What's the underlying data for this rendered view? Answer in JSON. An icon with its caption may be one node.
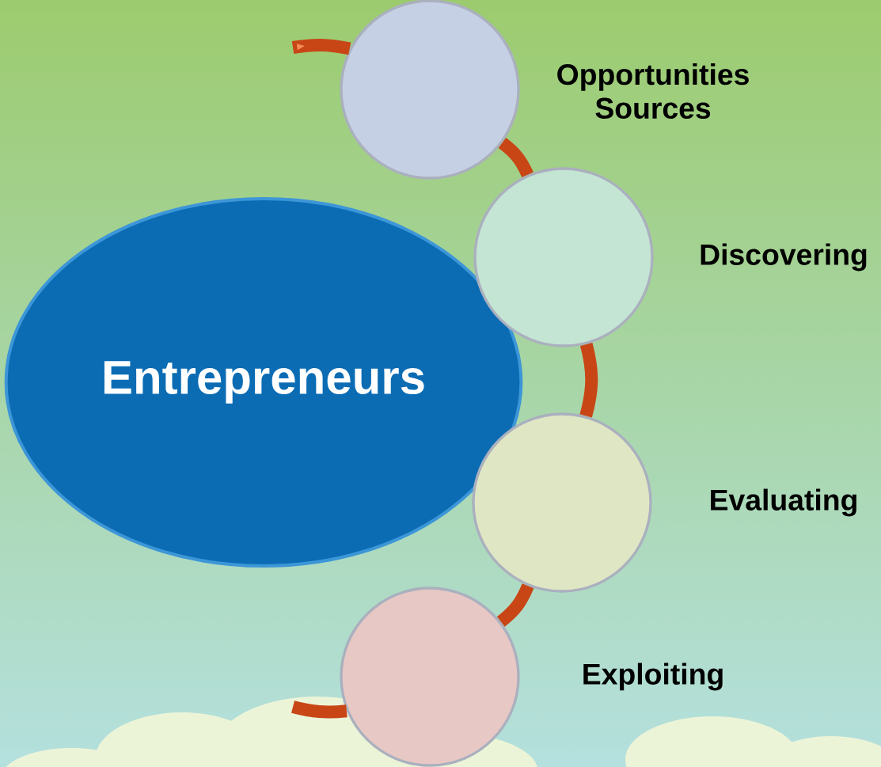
{
  "diagram": {
    "nodes": [
      {
        "text": [
          "Entrepreneurs"
        ]
      },
      {
        "text": [],
        "shape": "circle",
        "beside": [
          "Opportunities Sources"
        ]
      },
      {
        "text": [],
        "shape": "circle",
        "beside": [
          "Discovering"
        ]
      },
      {
        "text": [],
        "shape": "circle",
        "beside": [
          "Evaluating"
        ]
      },
      {
        "text": [],
        "shape": "circle",
        "beside": [
          "Exploiting"
        ]
      }
    ],
    "edges": [
      {
        "from": null,
        "to": 1,
        "arrow": "to"
      },
      {
        "from": 1,
        "to": 2,
        "arrow": "none"
      },
      {
        "from": 2,
        "to": 3,
        "arrow": "none"
      },
      {
        "from": 3,
        "to": 4,
        "arrow": "none"
      },
      {
        "from": 4,
        "to": null,
        "arrow": "none"
      }
    ]
  }
}
